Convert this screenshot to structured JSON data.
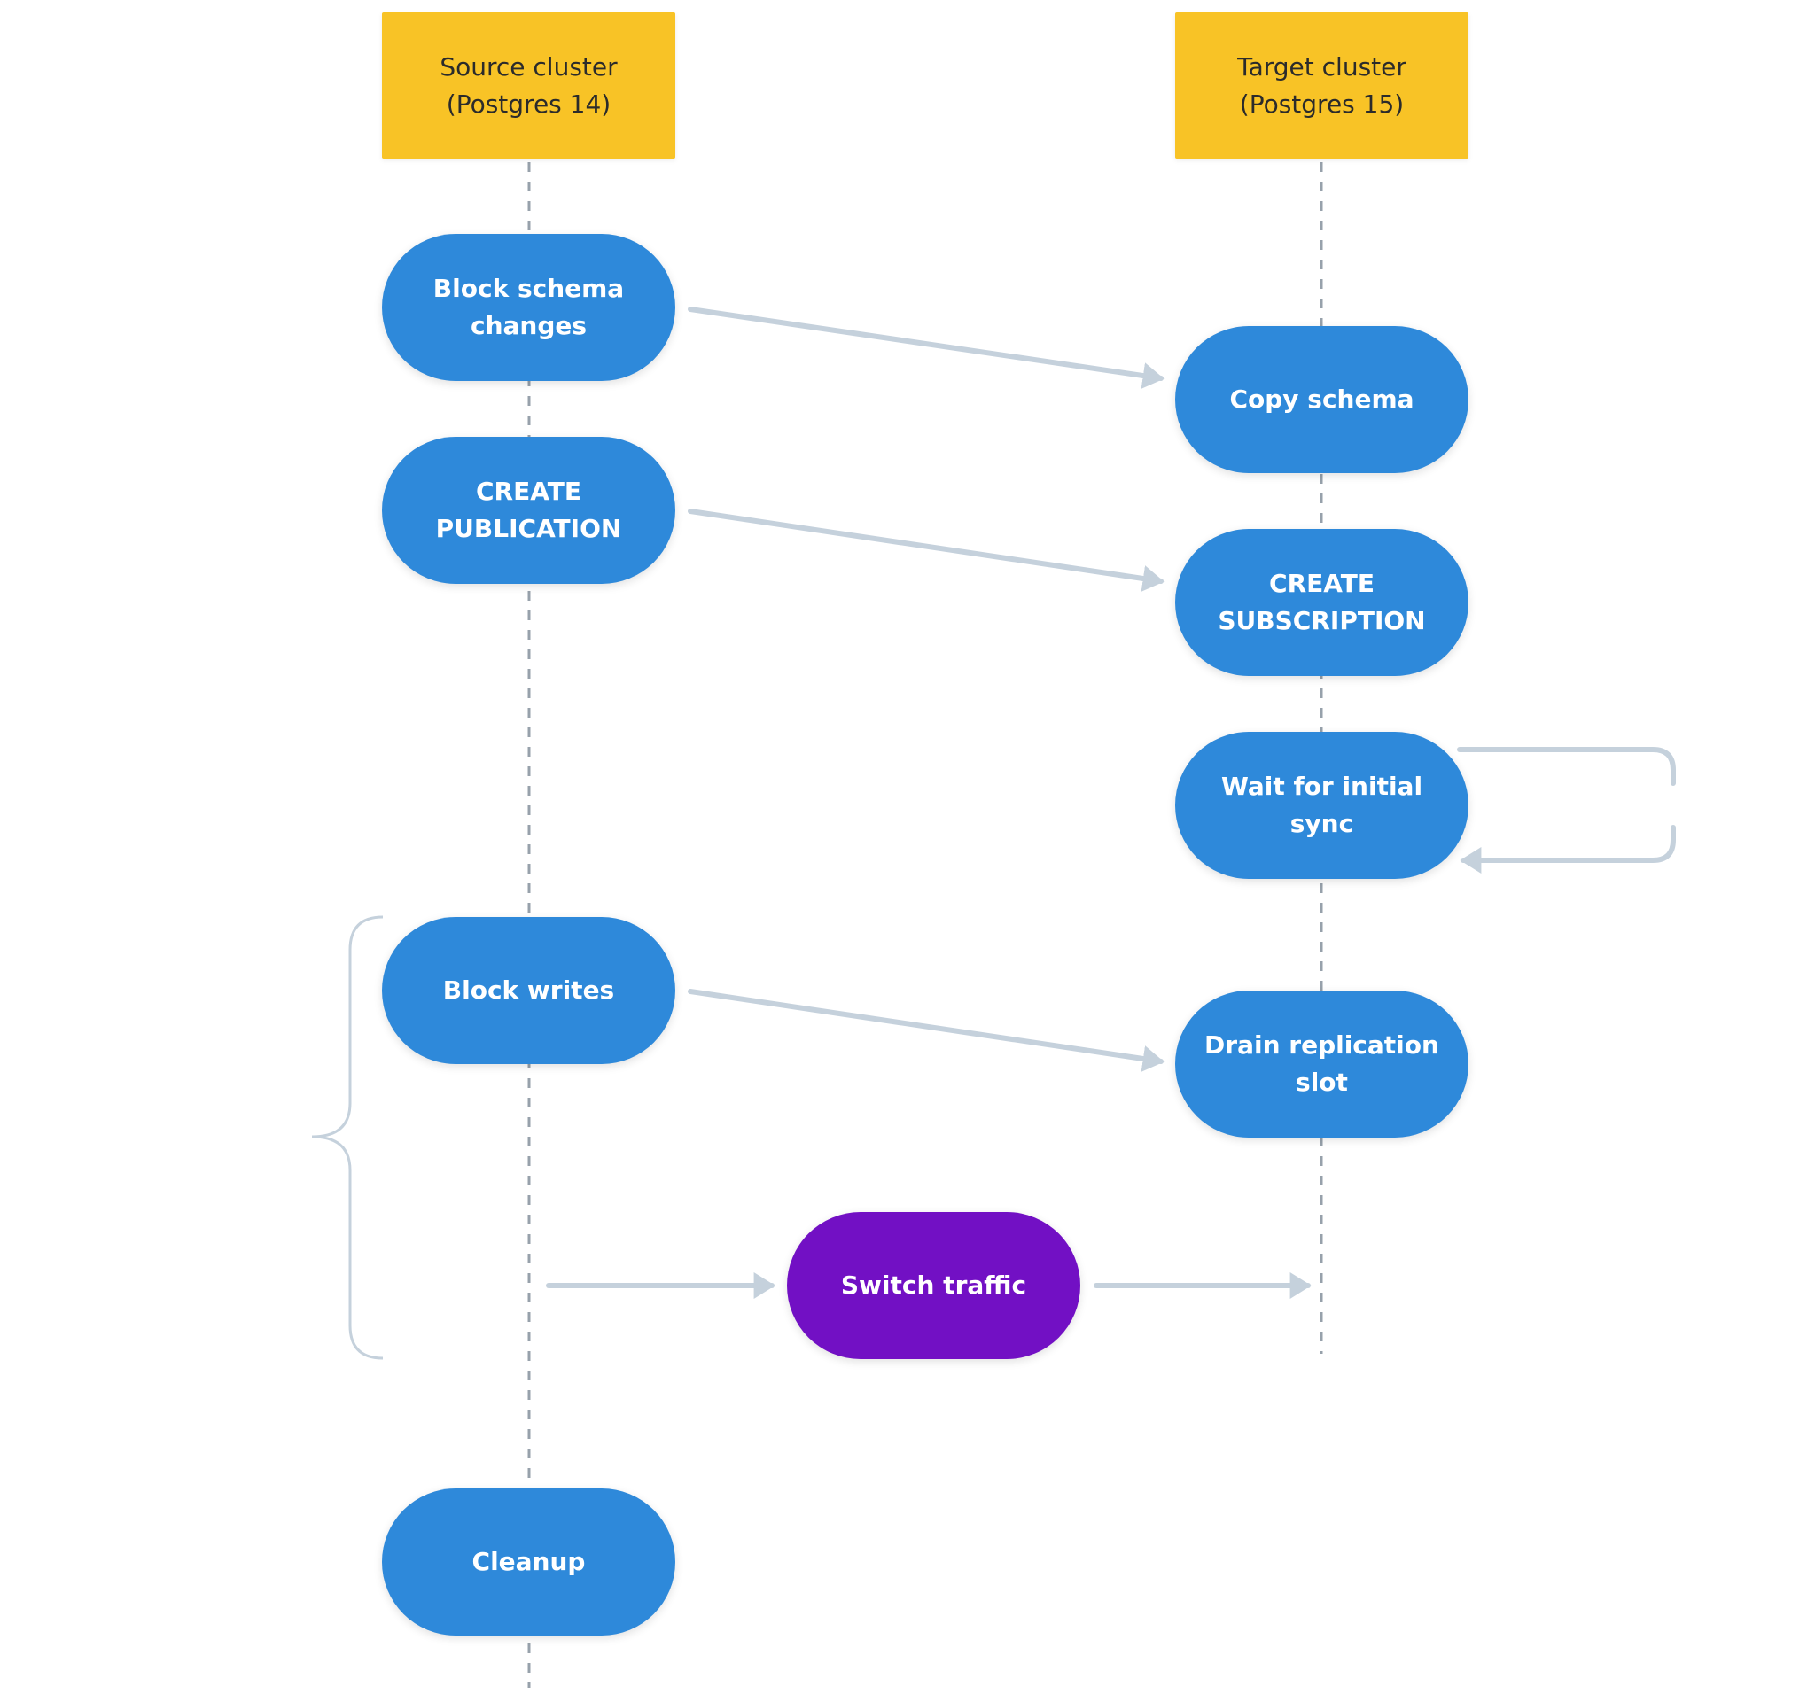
{
  "colors": {
    "header_fill": "#f8c326",
    "step_fill": "#2e89da",
    "highlight_fill": "#7210c4",
    "arrow": "#c5d1dc",
    "lifeline": "#97a1ab"
  },
  "columns": {
    "source": {
      "title": "Source cluster\n(Postgres 14)"
    },
    "target": {
      "title": "Target cluster\n(Postgres 15)"
    }
  },
  "steps": {
    "block_schema": "Block schema\nchanges",
    "copy_schema": "Copy schema",
    "create_publication": "CREATE\nPUBLICATION",
    "create_subscription": "CREATE\nSUBSCRIPTION",
    "wait_sync": "Wait for initial sync",
    "block_writes": "Block writes",
    "drain_slot": "Drain replication slot",
    "switch_traffic": "Switch traffic",
    "cleanup": "Cleanup"
  }
}
